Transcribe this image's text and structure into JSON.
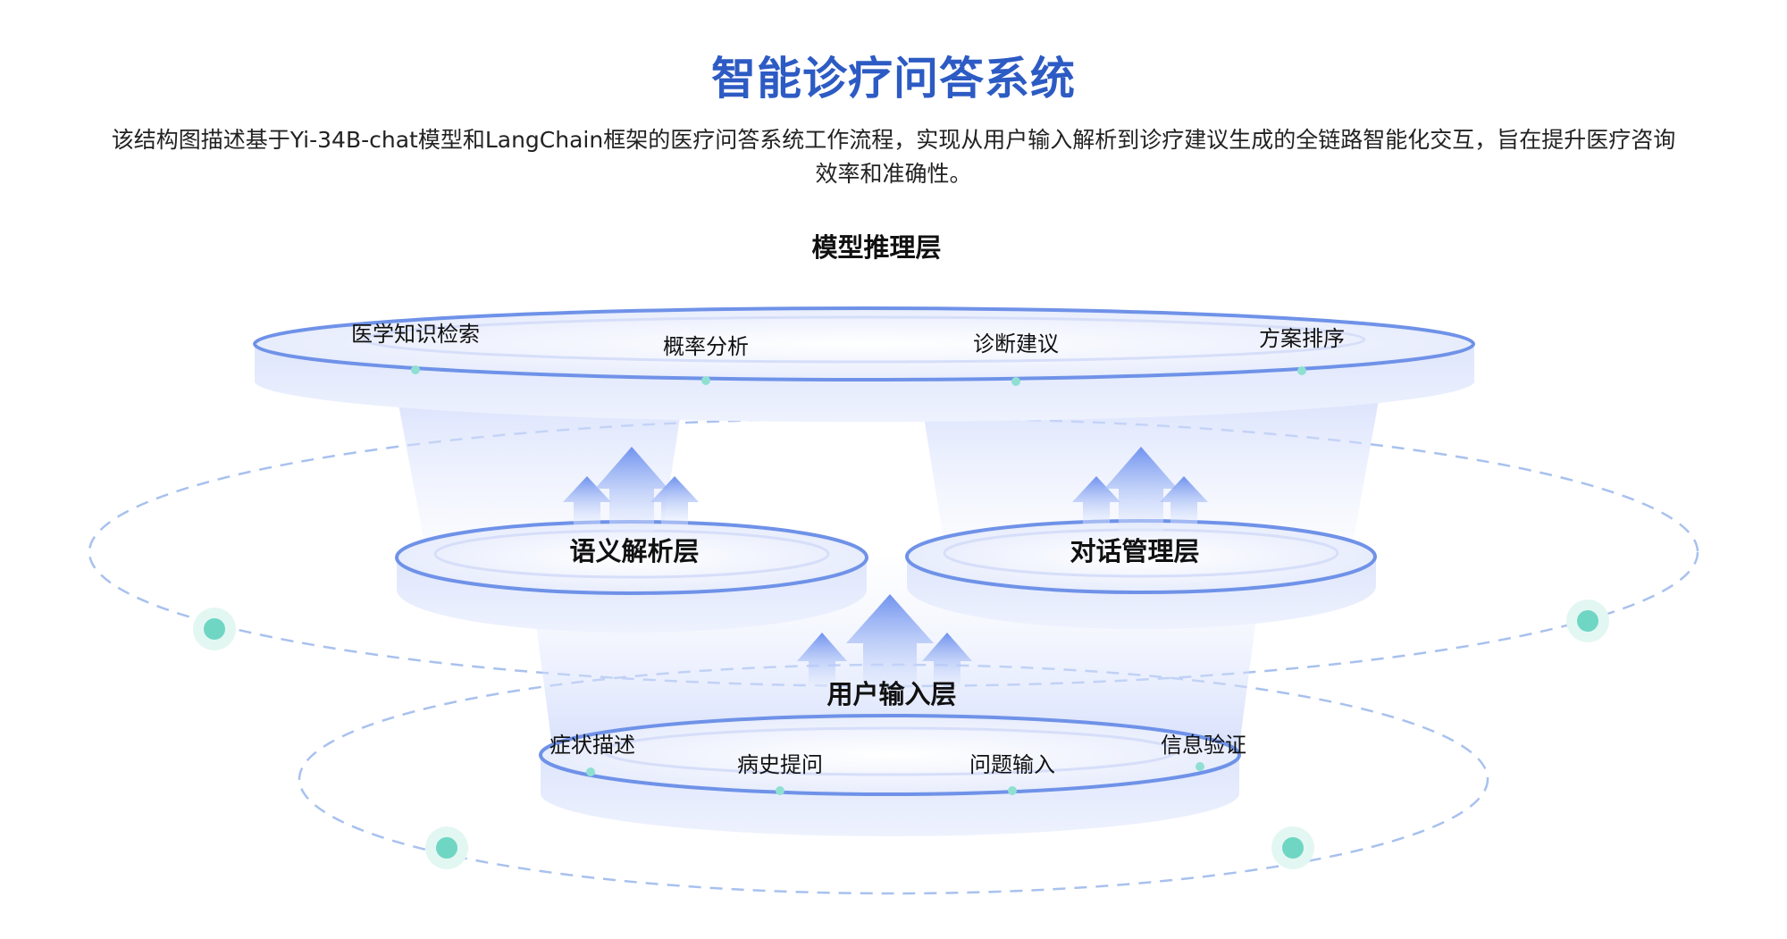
{
  "title": "智能诊疗问答系统",
  "description": "该结构图描述基于Yi-34B-chat模型和LangChain框架的医疗问答系统工作流程，实现从用户输入解析到诊疗建议生成的全链路智能化交互，旨在提升医疗咨询效率和准确性。",
  "layers": {
    "model": {
      "name": "模型推理层",
      "items": [
        "医学知识检索",
        "概率分析",
        "诊断建议",
        "方案排序"
      ]
    },
    "semantic": {
      "name": "语义解析层"
    },
    "dialog": {
      "name": "对话管理层"
    },
    "input": {
      "name": "用户输入层",
      "items": [
        "症状描述",
        "病史提问",
        "问题输入",
        "信息验证"
      ]
    }
  },
  "colors": {
    "title": "#2d5bc4",
    "platform_rim": "#6f92e8",
    "platform_fill": "#dfe5fb",
    "arrow": "#7fa0f0",
    "orbit": "#a8c1ee",
    "dot": "#6fd6c4"
  }
}
